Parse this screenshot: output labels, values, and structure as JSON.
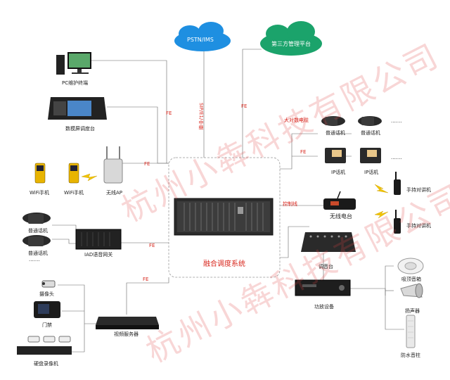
{
  "clouds": {
    "pstn": "PSTN/IMS",
    "third_party": "第三方管理平台"
  },
  "center": {
    "label": "融合调度系统"
  },
  "links": {
    "fe": "FE",
    "sip_trunk": "SIP/E1/中继",
    "large_capacity": "大对数电缆",
    "control_line": "控制线"
  },
  "devices": {
    "pc": "PC维护终端",
    "console": "数模屏调度台",
    "wifi_phone_1": "WiFi手机",
    "wifi_phone_2": "WiFi手机",
    "wireless_ap": "无线AP",
    "phone_a1": "普通话机",
    "phone_a2": "普通话机",
    "iad": "IAD语音网关",
    "camera": "摄像头",
    "access": "门禁",
    "nvr": "硬盘录像机",
    "video_server": "视频服务器",
    "phone_b1": "普通话机",
    "phone_b2": "普通话机",
    "ip_phone_1": "IP话机",
    "ip_phone_2": "IP话机",
    "radio": "无线电台",
    "walkie_1": "手持对讲机",
    "walkie_2": "手持对讲机",
    "mixer": "调音台",
    "amplifier": "功放设备",
    "ceiling_speaker": "吸顶音箱",
    "horn": "扬声器",
    "column_speaker": "防水音柱"
  },
  "dots": ".......",
  "watermark": [
    "杭州小犇科技有限公司",
    "杭州小犇科技有限公司"
  ]
}
